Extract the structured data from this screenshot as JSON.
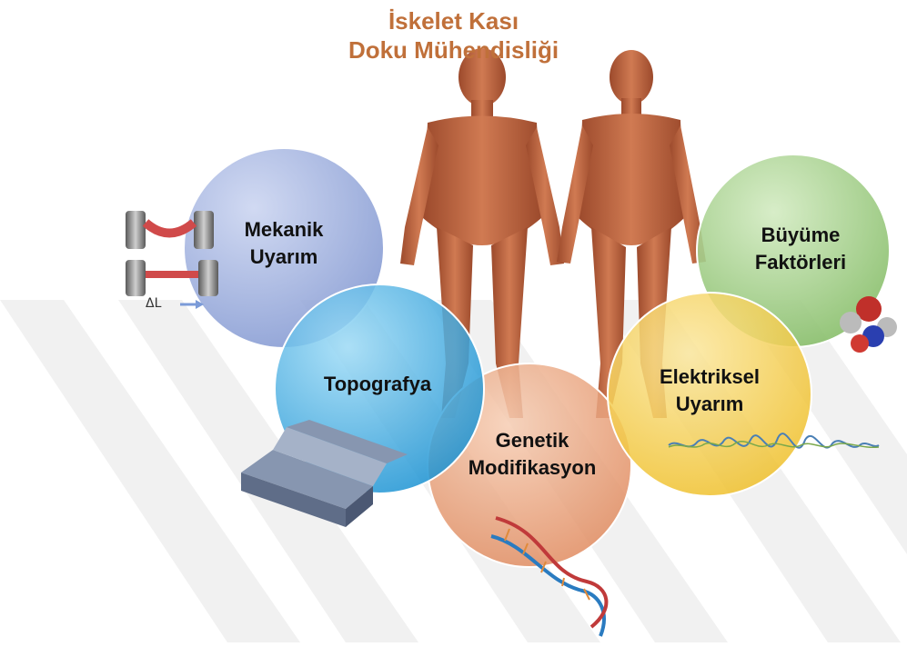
{
  "title": {
    "line1": "İskelet Kası",
    "line2": "Doku Mühendisliği"
  },
  "circles": [
    {
      "id": "mekanik",
      "line1": "Mekanik",
      "line2": "Uyarım",
      "color": "#8ea2d6"
    },
    {
      "id": "topografya",
      "line1": "Topografya",
      "line2": "",
      "color": "#2fa6e0"
    },
    {
      "id": "genetik",
      "line1": "Genetik",
      "line2": "Modifikasyon",
      "color": "#e7a27a"
    },
    {
      "id": "elektriksel",
      "line1": "Elektriksel",
      "line2": "Uyarım",
      "color": "#f0c93f"
    },
    {
      "id": "buyume",
      "line1": "Büyüme",
      "line2": "Faktörleri",
      "color": "#96c77e"
    }
  ],
  "mechanical_icon": {
    "delta_label": "ΔL"
  },
  "colors": {
    "title": "#c0703a",
    "watermark": "#eeeeee",
    "muscle": "#b85a3a"
  }
}
